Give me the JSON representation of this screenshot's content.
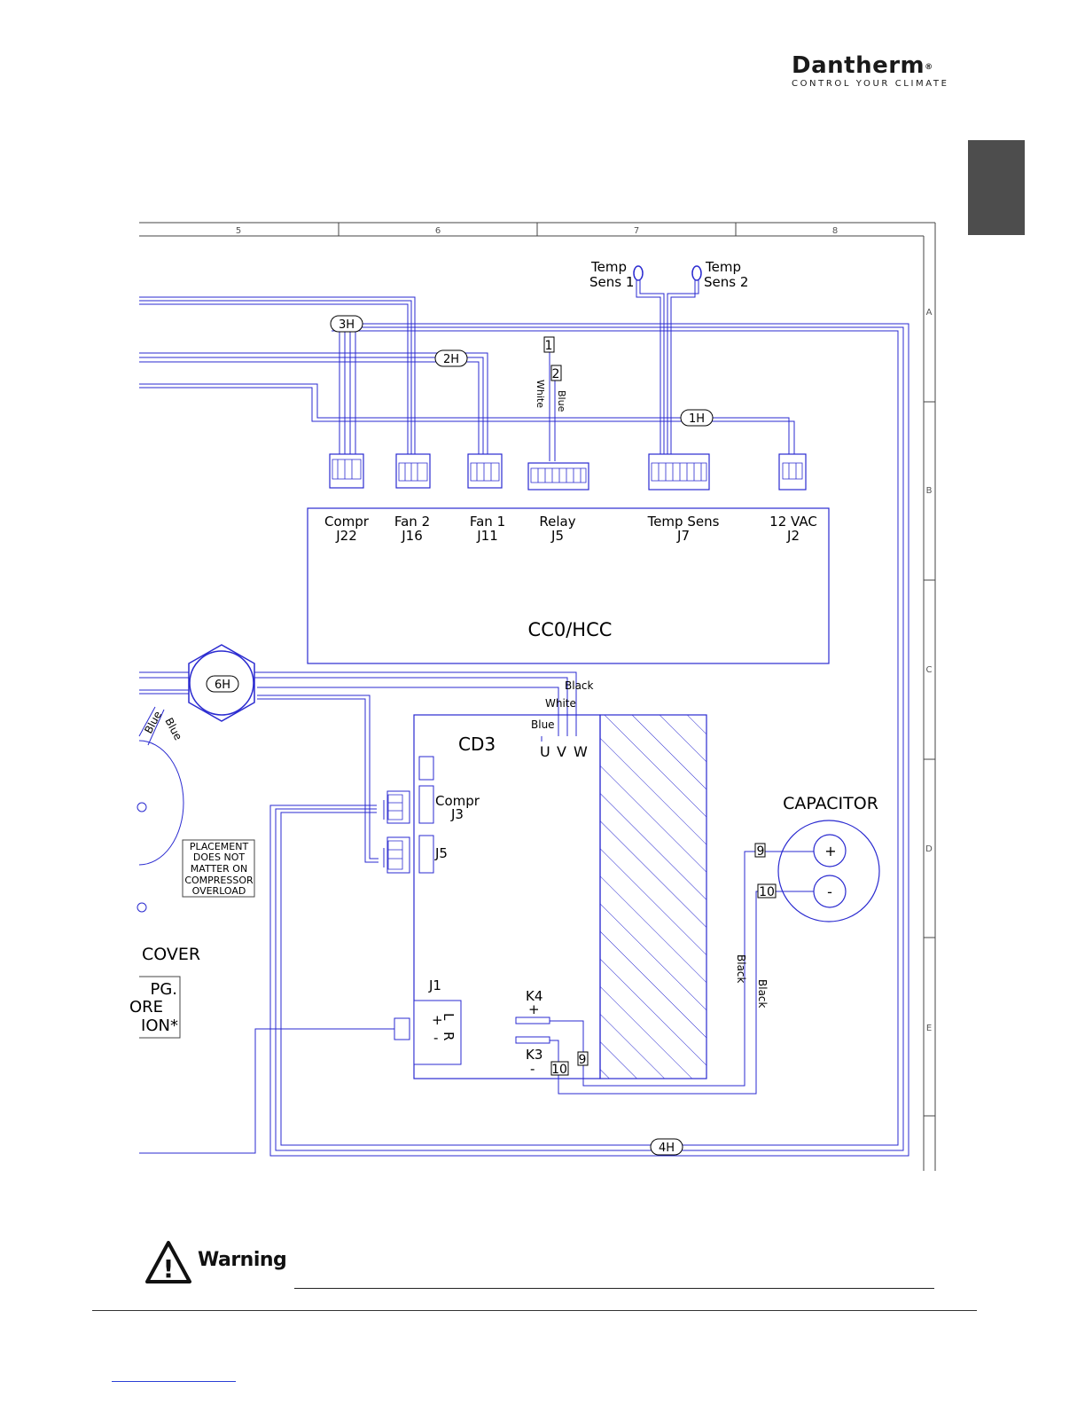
{
  "brand": {
    "name": "Dantherm",
    "registered": "®",
    "tagline": "CONTROL YOUR CLIMATE"
  },
  "colors": {
    "wire": "#2a2ad0",
    "frame": "#444444",
    "brand_text": "#1a1a1a",
    "side_tab": "#4d4d4d"
  },
  "grid": {
    "columns": [
      "5",
      "6",
      "7",
      "8"
    ],
    "rows": [
      "A",
      "B",
      "C",
      "D",
      "E"
    ]
  },
  "harness_labels": [
    "3H",
    "2H",
    "1H",
    "6H",
    "4H"
  ],
  "sensors": [
    {
      "line1": "Temp",
      "line2": "Sens 1"
    },
    {
      "line1": "Temp",
      "line2": "Sens 2"
    }
  ],
  "relay_pins": [
    "1",
    "2"
  ],
  "wire_colors": {
    "white": "White",
    "blue": "Blue",
    "black": "Black"
  },
  "controller": {
    "name": "CC0/HCC",
    "connectors": [
      {
        "name": "Compr",
        "id": "J22"
      },
      {
        "name": "Fan 2",
        "id": "J16"
      },
      {
        "name": "Fan 1",
        "id": "J11"
      },
      {
        "name": "Relay",
        "id": "J5"
      },
      {
        "name": "Temp Sens",
        "id": "J7"
      },
      {
        "name": "12 VAC",
        "id": "J2"
      }
    ]
  },
  "cd3": {
    "name": "CD3",
    "phases": [
      "U",
      "V",
      "W"
    ],
    "compr_name": "Compr",
    "compr_id": "J3",
    "j5": "J5",
    "j1": "J1",
    "j1_pins_left": [
      "+",
      "-"
    ],
    "j1_pins_right": [
      "L",
      "R"
    ],
    "k4": "K4",
    "k4_sign": "+",
    "k3": "K3",
    "k3_sign": "-",
    "pin_9": "9",
    "pin_10": "10"
  },
  "capacitor": {
    "title": "CAPACITOR",
    "plus": "+",
    "minus": "-",
    "pin_9": "9",
    "pin_10": "10"
  },
  "placement_note": [
    "PLACEMENT",
    "DOES NOT",
    "MATTER ON",
    "COMPRESSOR",
    "OVERLOAD"
  ],
  "cover": {
    "title": "COVER",
    "lines": [
      "PG.",
      "ORE",
      "ION*"
    ]
  },
  "warning": {
    "label": "Warning",
    "symbol": "!"
  }
}
